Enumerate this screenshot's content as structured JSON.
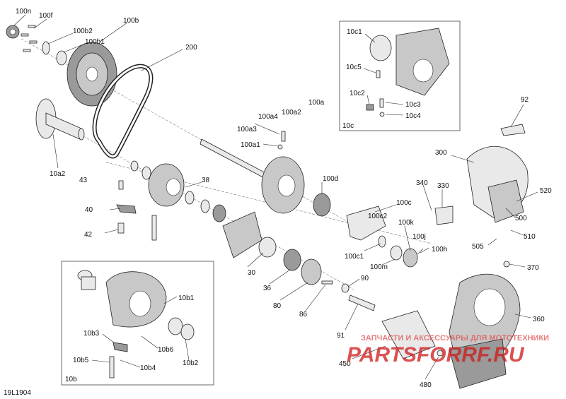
{
  "diagram_id": "19L1904",
  "watermark": {
    "text_ru": "ЗАПЧАСТИ И АКСЕССУАРЫ ДЛЯ МОТОТЕХНИКИ",
    "url": "PARTSFORRF.RU"
  },
  "labels": {
    "l100n": "100n",
    "l100f": "100f",
    "l100b": "100b",
    "l100b2": "100b2",
    "l100b1": "100b1",
    "l200": "200",
    "l10a2": "10a2",
    "l43": "43",
    "l40": "40",
    "l42": "42",
    "l38": "38",
    "l100a": "100a",
    "l100a2": "100a2",
    "l100a4": "100a4",
    "l100a3": "100a3",
    "l100a1": "100a1",
    "l100d": "100d",
    "l100c": "100c",
    "l100c2": "100c2",
    "l100k": "100k",
    "l100j": "100j",
    "l100h": "100h",
    "l100c1": "100c1",
    "l100m": "100m",
    "l30": "30",
    "l36": "36",
    "l80": "80",
    "l86": "86",
    "l90": "90",
    "l91": "91",
    "l10c1": "10c1",
    "l10c5": "10c5",
    "l10c2": "10c2",
    "l10c3": "10c3",
    "l10c4": "10c4",
    "l10c": "10c",
    "l92": "92",
    "l300": "300",
    "l340": "340",
    "l330": "330",
    "l520": "520",
    "l500": "500",
    "l510": "510",
    "l505": "505",
    "l370": "370",
    "l360": "360",
    "l450": "450",
    "l480": "480",
    "l10b1": "10b1",
    "l10b3": "10b3",
    "l10b6": "10b6",
    "l10b5": "10b5",
    "l10b4": "10b4",
    "l10b2": "10b2",
    "l10b": "10b"
  }
}
